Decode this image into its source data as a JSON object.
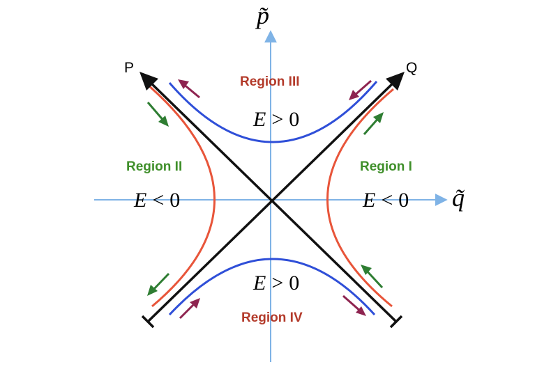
{
  "axes": {
    "p_label": "p̃",
    "q_label": "q̃"
  },
  "separatrices": {
    "p_label": "P",
    "q_label": "Q"
  },
  "regions": [
    {
      "id": "I",
      "label": "Region I",
      "energy": "E < 0",
      "energy_var": "E",
      "energy_op": "<",
      "energy_val": "0"
    },
    {
      "id": "II",
      "label": "Region II",
      "energy": "E < 0",
      "energy_var": "E",
      "energy_op": "<",
      "energy_val": "0"
    },
    {
      "id": "III",
      "label": "Region III",
      "energy": "E > 0",
      "energy_var": "E",
      "energy_op": ">",
      "energy_val": "0"
    },
    {
      "id": "IV",
      "label": "Region IV",
      "energy": "E > 0",
      "energy_var": "E",
      "energy_op": ">",
      "energy_val": "0"
    }
  ],
  "colors": {
    "axis": "#7fb3e6",
    "separatrix": "#111111",
    "hyperbola_lr": "#e8553a",
    "hyperbola_tb": "#2f4fd8",
    "arrow_green": "#2e7d32",
    "arrow_purple": "#8e2450",
    "region_label_red": "#b33a2a",
    "region_label_green": "#3f8f2a",
    "text": "#111111"
  }
}
